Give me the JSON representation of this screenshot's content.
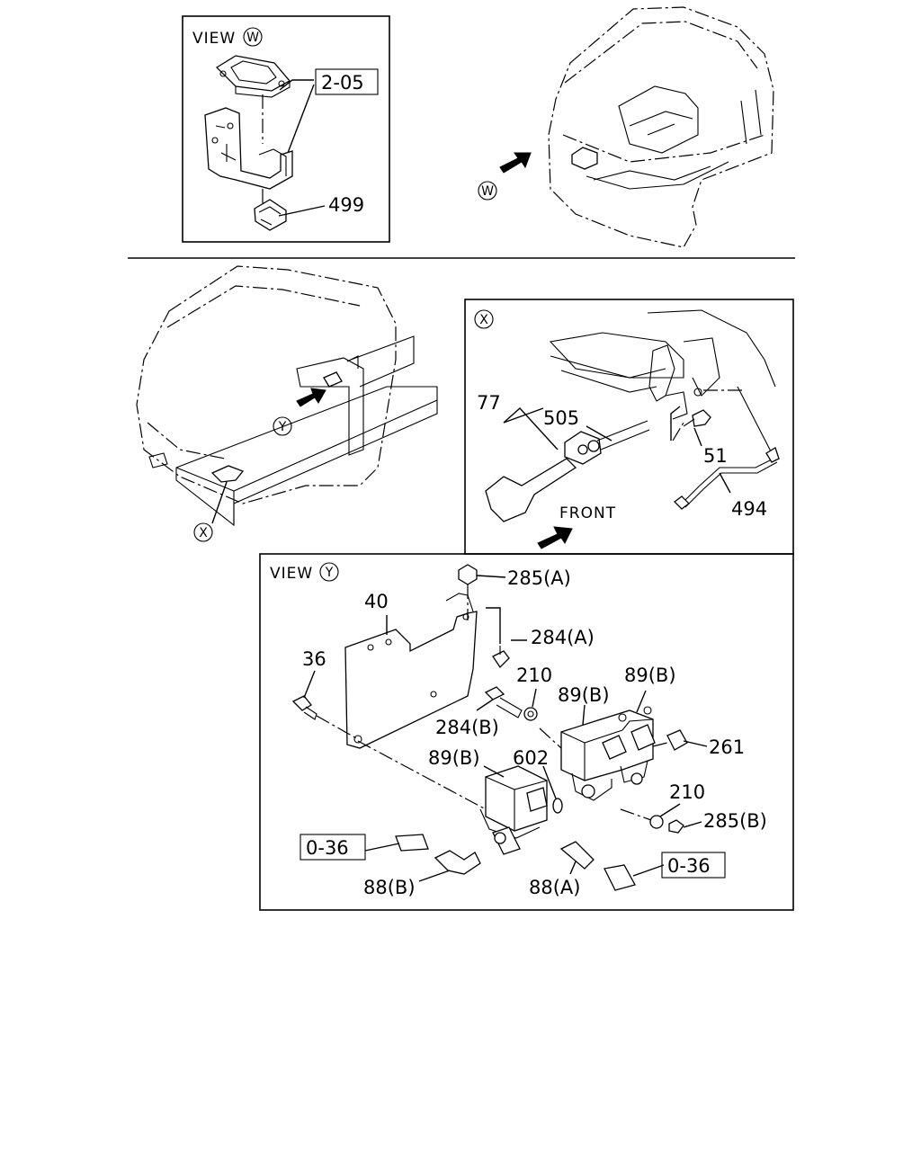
{
  "view_w": {
    "title": "VIEW",
    "marker": "W",
    "callouts": {
      "ref_2_05": "2-05",
      "p499": "499"
    }
  },
  "view_w_marker": "W",
  "panel_x": {
    "marker": "X",
    "front_label": "FRONT",
    "callouts": {
      "p77": "77",
      "p505": "505",
      "p51": "51",
      "p494": "494"
    }
  },
  "cab_y_marker": "Y",
  "cab_x_marker": "X",
  "view_y": {
    "title": "VIEW",
    "marker": "Y",
    "callouts": {
      "p285a": "285(A)",
      "p40": "40",
      "p284a": "284(A)",
      "p36": "36",
      "p210a": "210",
      "p89b_1": "89(B)",
      "p89b_2": "89(B)",
      "p284b": "284(B)",
      "p261": "261",
      "p89b_3": "89(B)",
      "p602": "602",
      "p210b": "210",
      "p285b": "285(B)",
      "ref_0_36_left": "0-36",
      "ref_0_36_right": "0-36",
      "p88b": "88(B)",
      "p88a": "88(A)"
    }
  }
}
